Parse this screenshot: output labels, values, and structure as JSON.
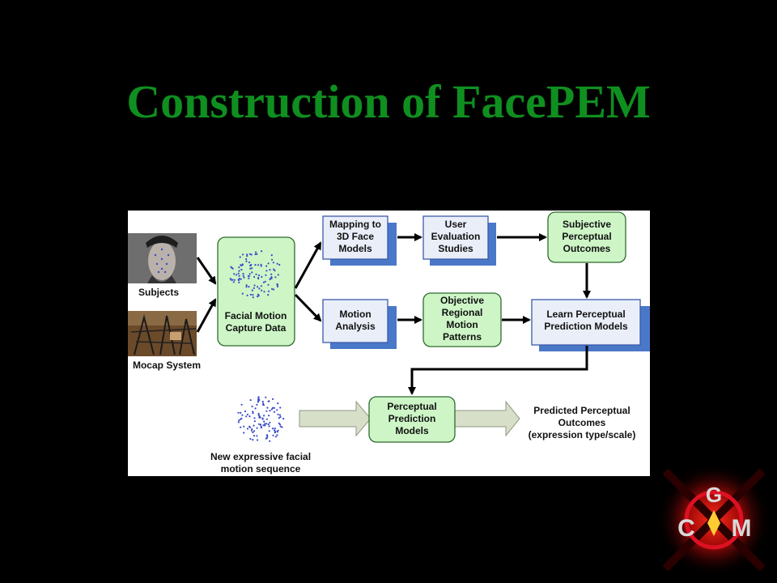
{
  "slide": {
    "title": "Construction of FacePEM"
  },
  "diagram": {
    "inputs": {
      "subjects": "Subjects",
      "mocap": "Mocap System"
    },
    "nodes": {
      "capture": [
        "Facial Motion",
        "Capture Data"
      ],
      "mapping": [
        "Mapping to",
        "3D Face",
        "Models"
      ],
      "user_eval": [
        "User",
        "Evaluation",
        "Studies"
      ],
      "subjective": [
        "Subjective",
        "Perceptual",
        "Outcomes"
      ],
      "motion_analysis": [
        "Motion",
        "Analysis"
      ],
      "objective": [
        "Objective",
        "Regional",
        "Motion",
        "Patterns"
      ],
      "learn": [
        "Learn Perceptual",
        "Prediction Models"
      ],
      "perceptual_models": [
        "Perceptual",
        "Prediction",
        "Models"
      ],
      "new_sequence": [
        "New expressive facial",
        "motion sequence"
      ],
      "predicted": [
        "Predicted Perceptual",
        "Outcomes",
        "(expression type/scale)"
      ]
    }
  },
  "logo": {
    "letters": [
      "G",
      "C",
      "M"
    ]
  }
}
